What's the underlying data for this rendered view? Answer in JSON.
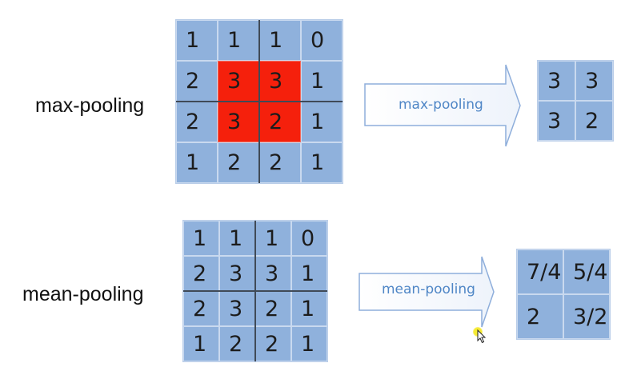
{
  "max": {
    "label": "max-pooling",
    "input": [
      [
        "1",
        "1",
        "1",
        "0"
      ],
      [
        "2",
        "3",
        "3",
        "1"
      ],
      [
        "2",
        "3",
        "2",
        "1"
      ],
      [
        "1",
        "2",
        "2",
        "1"
      ]
    ],
    "highlight": [
      [
        1,
        1
      ],
      [
        1,
        2
      ],
      [
        2,
        1
      ],
      [
        2,
        2
      ]
    ],
    "arrow_label": "max-pooling",
    "output": [
      [
        "3",
        "3"
      ],
      [
        "3",
        "2"
      ]
    ]
  },
  "mean": {
    "label": "mean-pooling",
    "input": [
      [
        "1",
        "1",
        "1",
        "0"
      ],
      [
        "2",
        "3",
        "3",
        "1"
      ],
      [
        "2",
        "3",
        "2",
        "1"
      ],
      [
        "1",
        "2",
        "2",
        "1"
      ]
    ],
    "arrow_label": "mean-pooling",
    "output": [
      [
        "7/4",
        "5/4"
      ],
      [
        "2",
        "3/2"
      ]
    ]
  },
  "colors": {
    "cell": "#8fb1dc",
    "highlight": "#f5200c",
    "arrow_text": "#4f86c6"
  }
}
